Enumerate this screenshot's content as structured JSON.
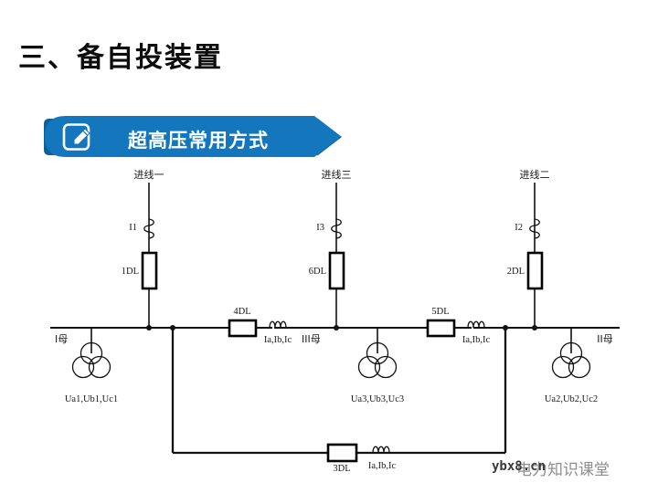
{
  "slide": {
    "title": "三、备自投装置",
    "banner": {
      "label": "超高压常用方式",
      "icon": "edit-pencil-square-icon",
      "color": "#1476bc",
      "shadow_color": "#0f5f99"
    },
    "watermark": {
      "grey_text": "电力知识课堂",
      "site_text": "ybx8.cn"
    }
  },
  "diagram": {
    "type": "single-line-diagram",
    "incoming_lines": [
      {
        "name": "进线一",
        "current_label": "I1",
        "breaker": "1DL",
        "bus": "I母",
        "vt_label": "Ua1,Ub1,Uc1"
      },
      {
        "name": "进线三",
        "current_label": "I3",
        "breaker": "6DL",
        "bus": "III母",
        "vt_label": "Ua3,Ub3,Uc3"
      },
      {
        "name": "进线二",
        "current_label": "I2",
        "breaker": "2DL",
        "bus": "II母",
        "vt_label": "Ua2,Ub2,Uc2"
      }
    ],
    "tie_breakers": [
      {
        "name": "4DL",
        "ct_label": "Ia,Ib,Ic"
      },
      {
        "name": "5DL",
        "ct_label": "Ia,Ib,Ic"
      },
      {
        "name": "3DL",
        "ct_label": "Ia,Ib,Ic"
      }
    ],
    "bus_labels": [
      "I母",
      "III母",
      "II母"
    ]
  }
}
